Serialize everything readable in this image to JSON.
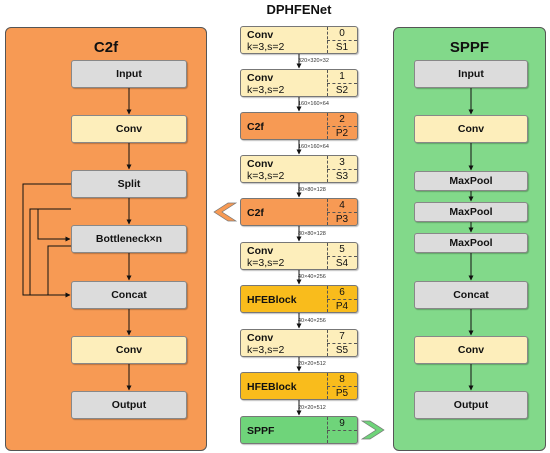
{
  "title": "DPHFENet",
  "c2f": {
    "title": "C2f",
    "blocks": [
      "Input",
      "Conv",
      "Split",
      "Bottleneck×n",
      "Concat",
      "Conv",
      "Output"
    ]
  },
  "sppf": {
    "title": "SPPF",
    "blocks": [
      "Input",
      "Conv",
      "MaxPool",
      "MaxPool",
      "MaxPool",
      "Concat",
      "Conv",
      "Output"
    ]
  },
  "backbone": [
    {
      "line1": "Conv",
      "line2": "k=3,s=2",
      "index": "0",
      "tag": "S1",
      "dim": "320×320×32"
    },
    {
      "line1": "Conv",
      "line2": "k=3,s=2",
      "index": "1",
      "tag": "S2",
      "dim": "160×160×64"
    },
    {
      "line1": "C2f",
      "line2": "",
      "index": "2",
      "tag": "P2",
      "dim": "160×160×64"
    },
    {
      "line1": "Conv",
      "line2": "k=3,s=2",
      "index": "3",
      "tag": "S3",
      "dim": "80×80×128"
    },
    {
      "line1": "C2f",
      "line2": "",
      "index": "4",
      "tag": "P3",
      "dim": "80×80×128"
    },
    {
      "line1": "Conv",
      "line2": "k=3,s=2",
      "index": "5",
      "tag": "S4",
      "dim": "40×40×256"
    },
    {
      "line1": "HFEBlock",
      "line2": "",
      "index": "6",
      "tag": "P4",
      "dim": "40×40×256"
    },
    {
      "line1": "Conv",
      "line2": "k=3,s=2",
      "index": "7",
      "tag": "S5",
      "dim": "20×20×512"
    },
    {
      "line1": "HFEBlock",
      "line2": "",
      "index": "8",
      "tag": "P5",
      "dim": "20×20×512"
    },
    {
      "line1": "SPPF",
      "line2": "",
      "index": "9",
      "tag": "",
      "dim": ""
    }
  ],
  "colors": {
    "c2f_panel": "#f79a54",
    "sppf_panel": "#82d98a",
    "gray_block": "#dcdcdc",
    "cream_block": "#fdeebb",
    "orange_block": "#f79a54",
    "gold_block": "#f9bc1c",
    "green_block": "#6fd47a"
  }
}
